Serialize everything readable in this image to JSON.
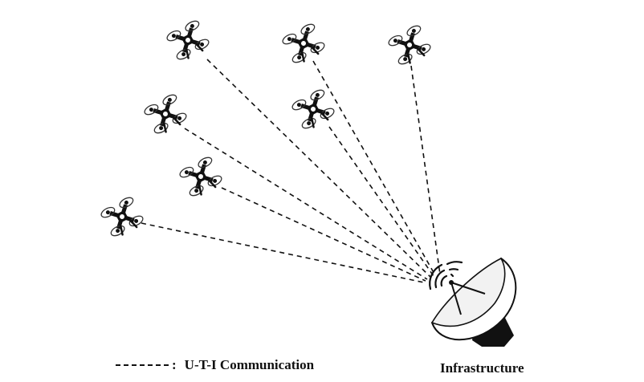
{
  "legend": {
    "colon": ":",
    "label": "U-T-I Communication"
  },
  "infrastructure": {
    "label": "Infrastructure",
    "icon": "satellite-dish-icon"
  },
  "uav_icon": "drone-icon",
  "link_style": "dashed",
  "link_count": 7
}
